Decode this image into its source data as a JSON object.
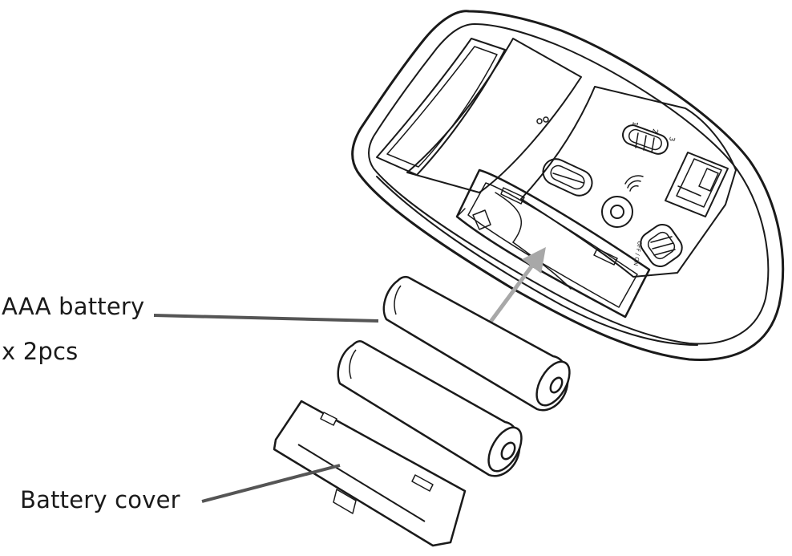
{
  "labels": {
    "battery_line1": "AAA battery",
    "battery_line2": "x 2pcs",
    "cover": "Battery cover"
  },
  "switch_markings": {
    "channels": [
      "1",
      "2",
      "3"
    ],
    "power": "OFF / ON"
  },
  "colors": {
    "outline": "#1a1a1a",
    "leader_line": "#555555",
    "arrow": "#a8a8a8",
    "background": "#ffffff"
  }
}
